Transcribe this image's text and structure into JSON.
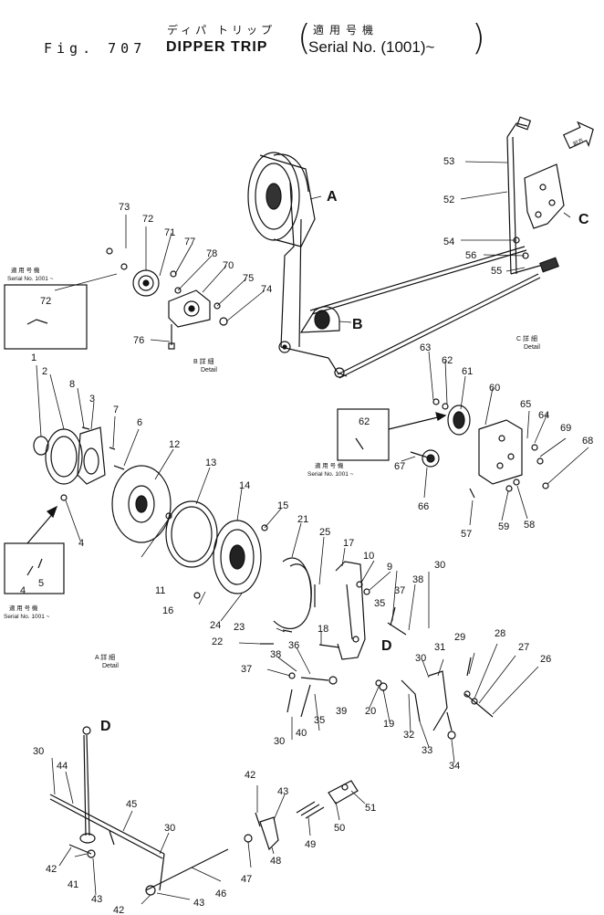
{
  "title": {
    "japanese": "ディパ トリップ",
    "figure": "Fig. 707",
    "name": "DIPPER TRIP",
    "applicability_jp": "適用号機",
    "serial": "Serial No. (1001)~"
  },
  "view_labels": {
    "A": "A",
    "B": "B",
    "C": "C",
    "D": "D",
    "arrow_box": "前方"
  },
  "details": {
    "A": {
      "jp": "A 詳 細",
      "en": "Detail"
    },
    "B": {
      "jp": "B 詳 細",
      "en": "Detail"
    },
    "C": {
      "jp": "C 詳 細",
      "en": "Detail"
    }
  },
  "serial_notes": {
    "jp": "適 用 号 機",
    "en": "Serial No. 1001 ~"
  },
  "insets": {
    "inset72": {
      "part": "72"
    },
    "inset62": {
      "part": "62"
    },
    "inset45": {
      "part_a": "4",
      "part_b": "5"
    }
  },
  "callouts": [
    "1",
    "2",
    "3",
    "4",
    "5",
    "6",
    "7",
    "8",
    "9",
    "10",
    "11",
    "12",
    "13",
    "14",
    "15",
    "16",
    "17",
    "18",
    "19",
    "20",
    "21",
    "22",
    "23",
    "24",
    "25",
    "26",
    "27",
    "28",
    "29",
    "30",
    "31",
    "32",
    "33",
    "34",
    "35",
    "36",
    "37",
    "38",
    "39",
    "40",
    "41",
    "42",
    "43",
    "44",
    "45",
    "46",
    "47",
    "48",
    "49",
    "50",
    "51",
    "52",
    "53",
    "54",
    "55",
    "56",
    "57",
    "58",
    "59",
    "60",
    "61",
    "62",
    "63",
    "64",
    "65",
    "66",
    "67",
    "68",
    "69",
    "70",
    "71",
    "72",
    "73",
    "74",
    "75",
    "76",
    "77",
    "78"
  ]
}
